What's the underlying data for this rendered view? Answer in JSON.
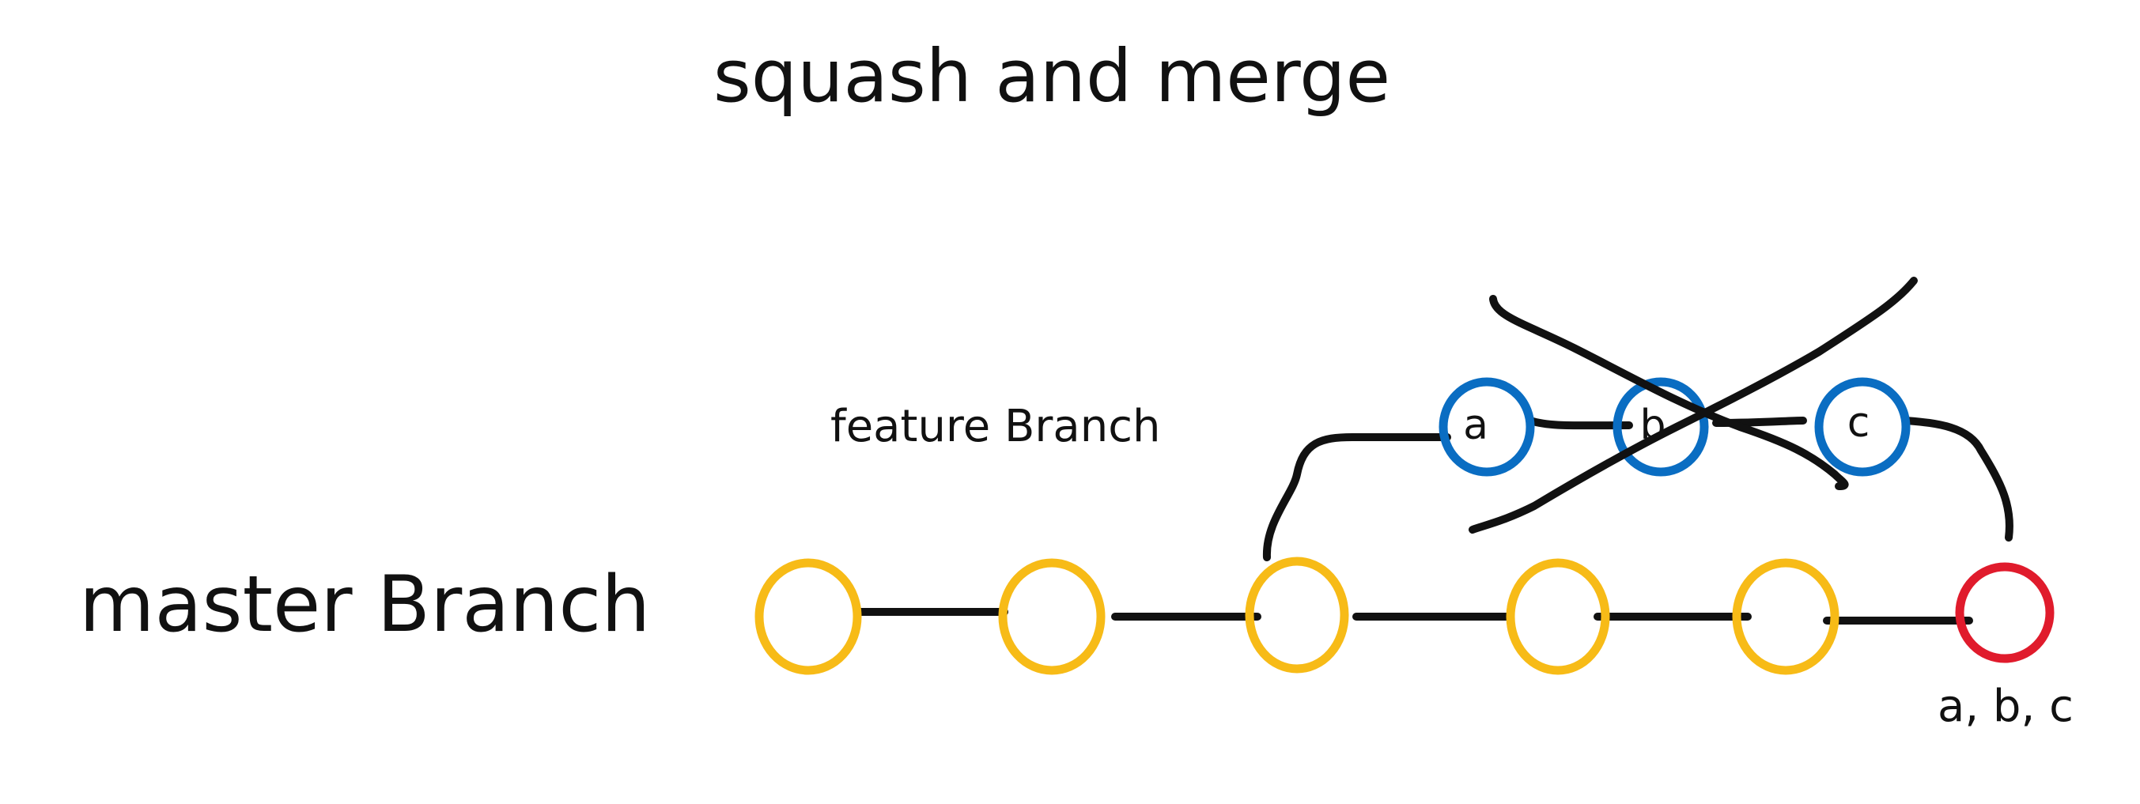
{
  "diagram": {
    "title": "squash and merge",
    "master_label": "master Branch",
    "feature_label": "feature Branch",
    "squashed_label": "a, b, c",
    "colors": {
      "master_commit": "#F7BB17",
      "feature_commit": "#0A6DC2",
      "squashed_commit": "#E01B2C",
      "line": "#111111",
      "background": "#FFFFFF"
    },
    "master_commits": [
      "",
      "",
      "",
      "",
      "",
      ""
    ],
    "feature_commits": [
      "a",
      "b",
      "c"
    ]
  }
}
